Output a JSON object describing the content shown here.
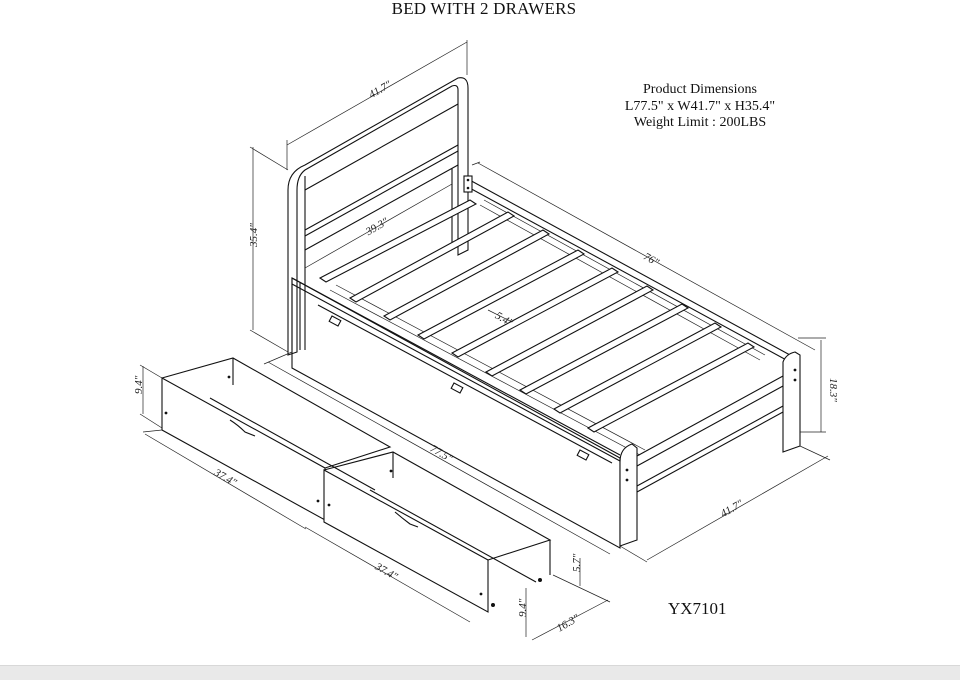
{
  "title": "BED WITH 2 DRAWERS",
  "specs": {
    "heading": "Product Dimensions",
    "dimensions": "L77.5\" x W41.7\" x H35.4\"",
    "weight_limit": "Weight Limit : 200LBS"
  },
  "model": "YX7101",
  "dimension_labels": {
    "headboard_width": "41.7\"",
    "headboard_height": "35.4\"",
    "inner_width": "39.3\"",
    "inner_length": "76\"",
    "slat_gap": "5.4\"",
    "overall_length": "77.5\"",
    "footboard_width": "41.7\"",
    "foot_height": "18.3\"",
    "drawer1_height": "9.4\"",
    "drawer1_length": "37.4\"",
    "drawer2_length": "37.4\"",
    "drawer2_height": "9.4\"",
    "drawer2_inner_height": "5.7\"",
    "drawer2_depth": "16.3\""
  },
  "colors": {
    "background": "#ffffff",
    "line": "#111111",
    "bottom_bar": "#e9e9e9"
  }
}
